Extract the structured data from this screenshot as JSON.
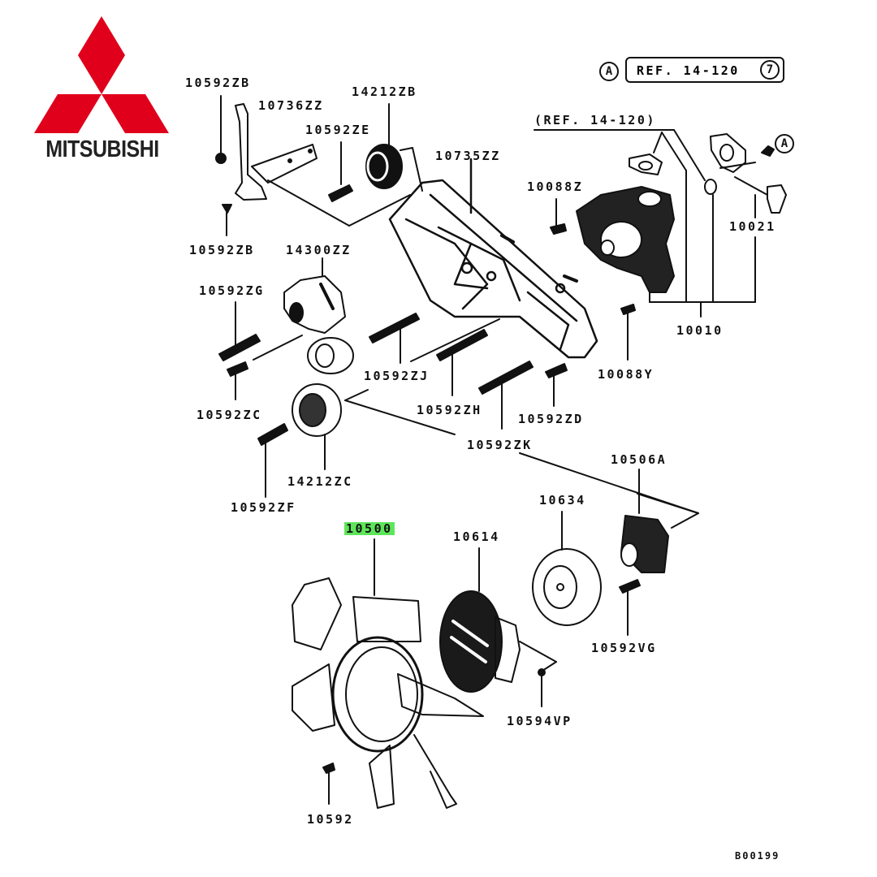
{
  "brand": {
    "name": "MITSUBISHI",
    "logo_color": "#e0001b",
    "text_color": "#222222"
  },
  "diagram": {
    "title_ref": {
      "circle_letter": "A",
      "text": "REF. 14-120",
      "circle_number": "7"
    },
    "inline_ref": "(REF. 14-120)",
    "connector_letter": "A",
    "highlight_color": "#5ee65a",
    "highlighted_part": "10500",
    "labels": [
      {
        "id": "10592ZB_top",
        "text": "10592ZB"
      },
      {
        "id": "10736ZZ",
        "text": "10736ZZ"
      },
      {
        "id": "14212ZB",
        "text": "14212ZB"
      },
      {
        "id": "10592ZE",
        "text": "10592ZE"
      },
      {
        "id": "10735ZZ",
        "text": "10735ZZ"
      },
      {
        "id": "10088Z",
        "text": "10088Z"
      },
      {
        "id": "10021",
        "text": "10021"
      },
      {
        "id": "10592ZB_bottom",
        "text": "10592ZB"
      },
      {
        "id": "14300ZZ",
        "text": "14300ZZ"
      },
      {
        "id": "10592ZG",
        "text": "10592ZG"
      },
      {
        "id": "10010",
        "text": "10010"
      },
      {
        "id": "10592ZJ",
        "text": "10592ZJ"
      },
      {
        "id": "10088Y",
        "text": "10088Y"
      },
      {
        "id": "10592ZC",
        "text": "10592ZC"
      },
      {
        "id": "10592ZH",
        "text": "10592ZH"
      },
      {
        "id": "10592ZD",
        "text": "10592ZD"
      },
      {
        "id": "10592ZK",
        "text": "10592ZK"
      },
      {
        "id": "14212ZC",
        "text": "14212ZC"
      },
      {
        "id": "10592ZF",
        "text": "10592ZF"
      },
      {
        "id": "10506A",
        "text": "10506A"
      },
      {
        "id": "10634",
        "text": "10634"
      },
      {
        "id": "10500",
        "text": "10500"
      },
      {
        "id": "10614",
        "text": "10614"
      },
      {
        "id": "10592VG",
        "text": "10592VG"
      },
      {
        "id": "10594VP",
        "text": "10594VP"
      },
      {
        "id": "10592",
        "text": "10592"
      }
    ],
    "figure_code": "B00199"
  }
}
